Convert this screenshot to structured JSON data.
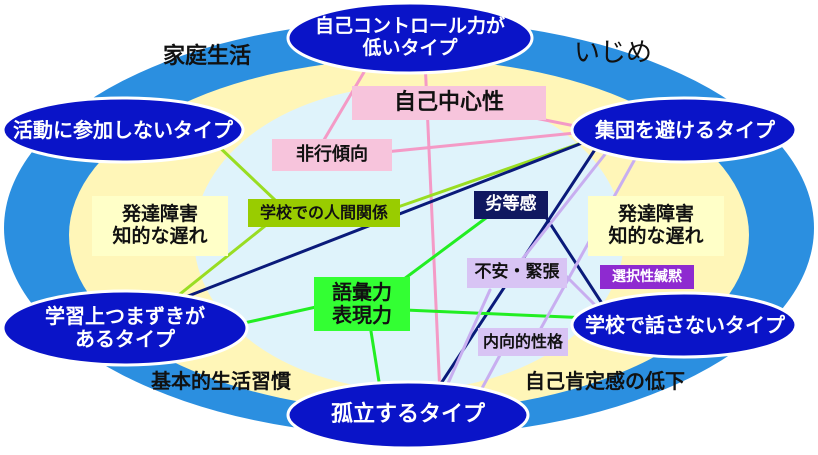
{
  "colors": {
    "outer_ellipse": "#2b8fe0",
    "middle_ellipse": "#fff6b8",
    "inner_ellipse": "#dff3fb",
    "node_fill": "#0a14c8",
    "node_stroke": "#ffffff",
    "pink_box": "#f7c4dc",
    "yellow_box": "#ffffc8",
    "green_box": "#99cc00",
    "bright_green_box": "#33ff33",
    "navy_box": "#101860",
    "lavender_box": "#d8c4f4",
    "purple_box": "#8e2ad0",
    "line_pink": "#f49ac6",
    "line_green": "#99dd22",
    "line_bright_green": "#22ee22",
    "line_navy": "#0a1a7a",
    "line_lavender": "#c8aef0"
  },
  "nodes": {
    "self_control": "自己コントロール力が\n低いタイプ",
    "no_participation": "活動に参加しないタイプ",
    "avoid_group": "集団を避けるタイプ",
    "learning_stumble": "学習上つまずきが\nあるタイプ",
    "no_talk_school": "学校で話さないタイプ",
    "isolated": "孤立するタイプ"
  },
  "labels": {
    "family_life": "家庭生活",
    "bullying": "いじめ",
    "basic_habits": "基本的生活習慣",
    "low_self_esteem": "自己肯定感の低下"
  },
  "boxes": {
    "self_centered": "自己中心性",
    "delinquency": "非行傾向",
    "dev_disorder_left": "発達障害\n知的な遅れ",
    "dev_disorder_right": "発達障害\n知的な遅れ",
    "school_relations": "学校での人間関係",
    "inferiority": "劣等感",
    "anxiety": "不安・緊張",
    "selective_mutism": "選択性緘黙",
    "vocabulary": "語彙力\n表現力",
    "introversion": "内向的性格"
  }
}
